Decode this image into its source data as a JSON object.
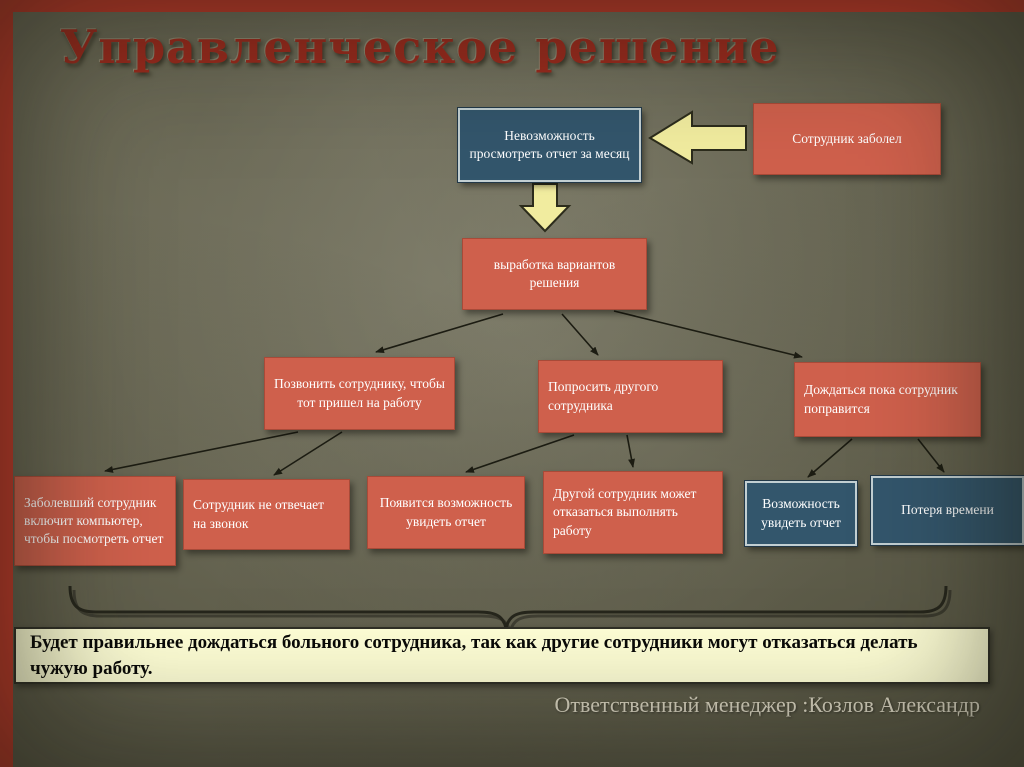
{
  "slide": {
    "title": "Управленческое решение",
    "footer": "Ответственный менеджер :Козлов Александр"
  },
  "conclusion": {
    "text": "Будет правильнее дождаться больного сотрудника, так как другие сотрудники могут отказаться делать чужую работу."
  },
  "nodes": {
    "problem": {
      "label": "Невозможность просмотреть отчет за месяц",
      "type": "blue"
    },
    "cause": {
      "label": "Сотрудник заболел",
      "type": "orange"
    },
    "options": {
      "label": "выработка вариантов решения",
      "type": "orange"
    },
    "call": {
      "label": "Позвонить сотруднику, чтобы тот пришел на работу",
      "type": "orange"
    },
    "ask": {
      "label": "Попросить другого сотрудника",
      "type": "orange"
    },
    "wait": {
      "label": "Дождаться пока сотрудник поправится",
      "type": "orange"
    },
    "sick_login": {
      "label": "Заболевший сотрудник включит компьютер, чтобы посмотреть отчет",
      "type": "orange"
    },
    "no_answer": {
      "label": "Сотрудник не отвечает на звонок",
      "type": "orange"
    },
    "will_see": {
      "label": "Появится возможность увидеть отчет",
      "type": "orange"
    },
    "refuse": {
      "label": "Другой сотрудник может отказаться выполнять работу",
      "type": "orange"
    },
    "can_see": {
      "label": "Возможность увидеть отчет",
      "type": "blue"
    },
    "time_loss": {
      "label": "Потеря времени",
      "type": "blue"
    }
  },
  "edges": [
    {
      "from": "cause",
      "to": "problem",
      "style": "block-arrow-yellow"
    },
    {
      "from": "problem",
      "to": "options",
      "style": "block-arrow-yellow"
    },
    {
      "from": "options",
      "to": "call"
    },
    {
      "from": "options",
      "to": "ask"
    },
    {
      "from": "options",
      "to": "wait"
    },
    {
      "from": "call",
      "to": "sick_login"
    },
    {
      "from": "call",
      "to": "no_answer"
    },
    {
      "from": "ask",
      "to": "will_see"
    },
    {
      "from": "ask",
      "to": "refuse"
    },
    {
      "from": "wait",
      "to": "can_see"
    },
    {
      "from": "wait",
      "to": "time_loss"
    }
  ],
  "colors": {
    "accent_red": "#c03a2a",
    "box_orange": "#cf604c",
    "box_blue": "#33566c",
    "arrow_yellow": "#f1ec9f",
    "conclusion_bg": "#ffffd6",
    "background_olive": "#75735f",
    "title_red": "#9e2b1e"
  }
}
